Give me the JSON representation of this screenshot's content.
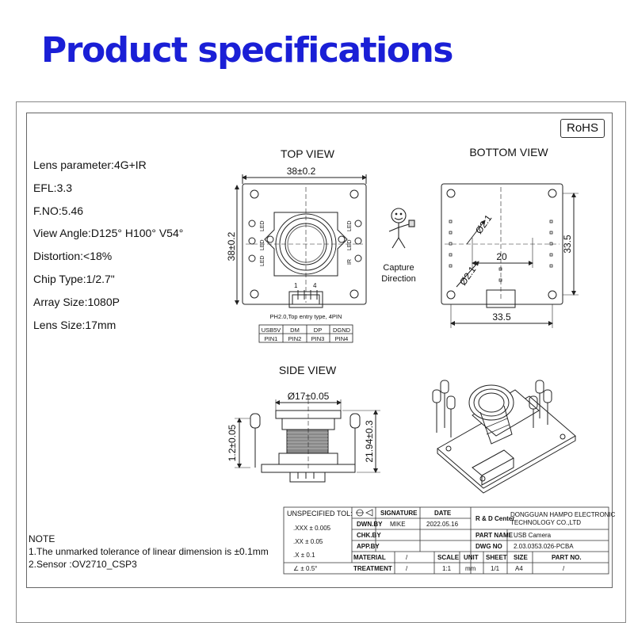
{
  "title": "Product specifications",
  "rohs": "RoHS",
  "specs": [
    "Lens parameter:4G+IR",
    "EFL:3.3",
    "F.NO:5.46",
    "View Angle:D125°  H100°  V54°",
    "Distortion:<18%",
    "Chip Type:1/2.7\"",
    "Array Size:1080P",
    "Lens Size:17mm"
  ],
  "views": {
    "top": "TOP VIEW",
    "bottom": "BOTTOM VIEW",
    "side": "SIDE VIEW"
  },
  "dimensions": {
    "top_width": "38±0.2",
    "top_height": "38±0.2",
    "bottom_width": "33.5",
    "bottom_height": "33.5",
    "bottom_inner": "20",
    "hole_1": "Ø2.1",
    "hole_2": "Ø2.1",
    "lens_dia": "Ø17±0.05",
    "side_left": "1.2±0.05",
    "side_right": "21.94±0.3"
  },
  "board_labels": {
    "led_left_1": "LED",
    "led_left_2": "LED",
    "led_left_3": "LED",
    "led_right_1": "LED",
    "led_right_2": "LED",
    "ir": "IR",
    "pin_1": "1",
    "pin_4": "4"
  },
  "capture": [
    "Capture",
    "Direction"
  ],
  "connector_caption": "PH2.0,Top entry type, 4PIN",
  "pins": {
    "names": [
      "USB5V",
      "DM",
      "DP",
      "DGND"
    ],
    "numbers": [
      "PIN1",
      "PIN2",
      "PIN3",
      "PIN4"
    ]
  },
  "note": {
    "heading": "NOTE",
    "lines": [
      "1.The unmarked tolerance of linear dimension is ±0.1mm",
      "2.Sensor :OV2710_CSP3"
    ]
  },
  "title_block": {
    "unspecified_tol": "UNSPECIFIED TOL:",
    "tolerances": [
      {
        "sym": ".XXX",
        "pm": "±",
        "val": "0.005"
      },
      {
        "sym": ".XX",
        "pm": "±",
        "val": "0.05"
      },
      {
        "sym": ".X",
        "pm": "±",
        "val": "0.1"
      },
      {
        "sym": "∠",
        "pm": "±",
        "val": "0.5°"
      }
    ],
    "signature": "SIGNATURE",
    "date": "DATE",
    "rd_center": "R & D Center",
    "company": [
      "DONGGUAN HAMPO ELECTRONIC",
      "TECHNOLOGY CO.,LTD"
    ],
    "dwn_by": "DWN.BY",
    "dwn_name": "MIKE",
    "dwn_date": "2022.05.16",
    "chk_by": "CHK.BY",
    "app_by": "APP.BY",
    "part_name_label": "PART NAME",
    "part_name": "USB  Camera",
    "dwg_no_label": "DWG NO",
    "dwg_no": "2.03.0353.026-PCBA",
    "material": "MATERIAL",
    "material_val": "/",
    "treatment": "TREATMENT",
    "treatment_val": "/",
    "scale": "SCALE",
    "scale_val": "1:1",
    "unit": "UNIT",
    "unit_val": "mm",
    "sheet": "SHEET",
    "sheet_val": "1/1",
    "size": "SIZE",
    "size_val": "A4",
    "part_no": "PART NO.",
    "part_no_val": "/"
  }
}
